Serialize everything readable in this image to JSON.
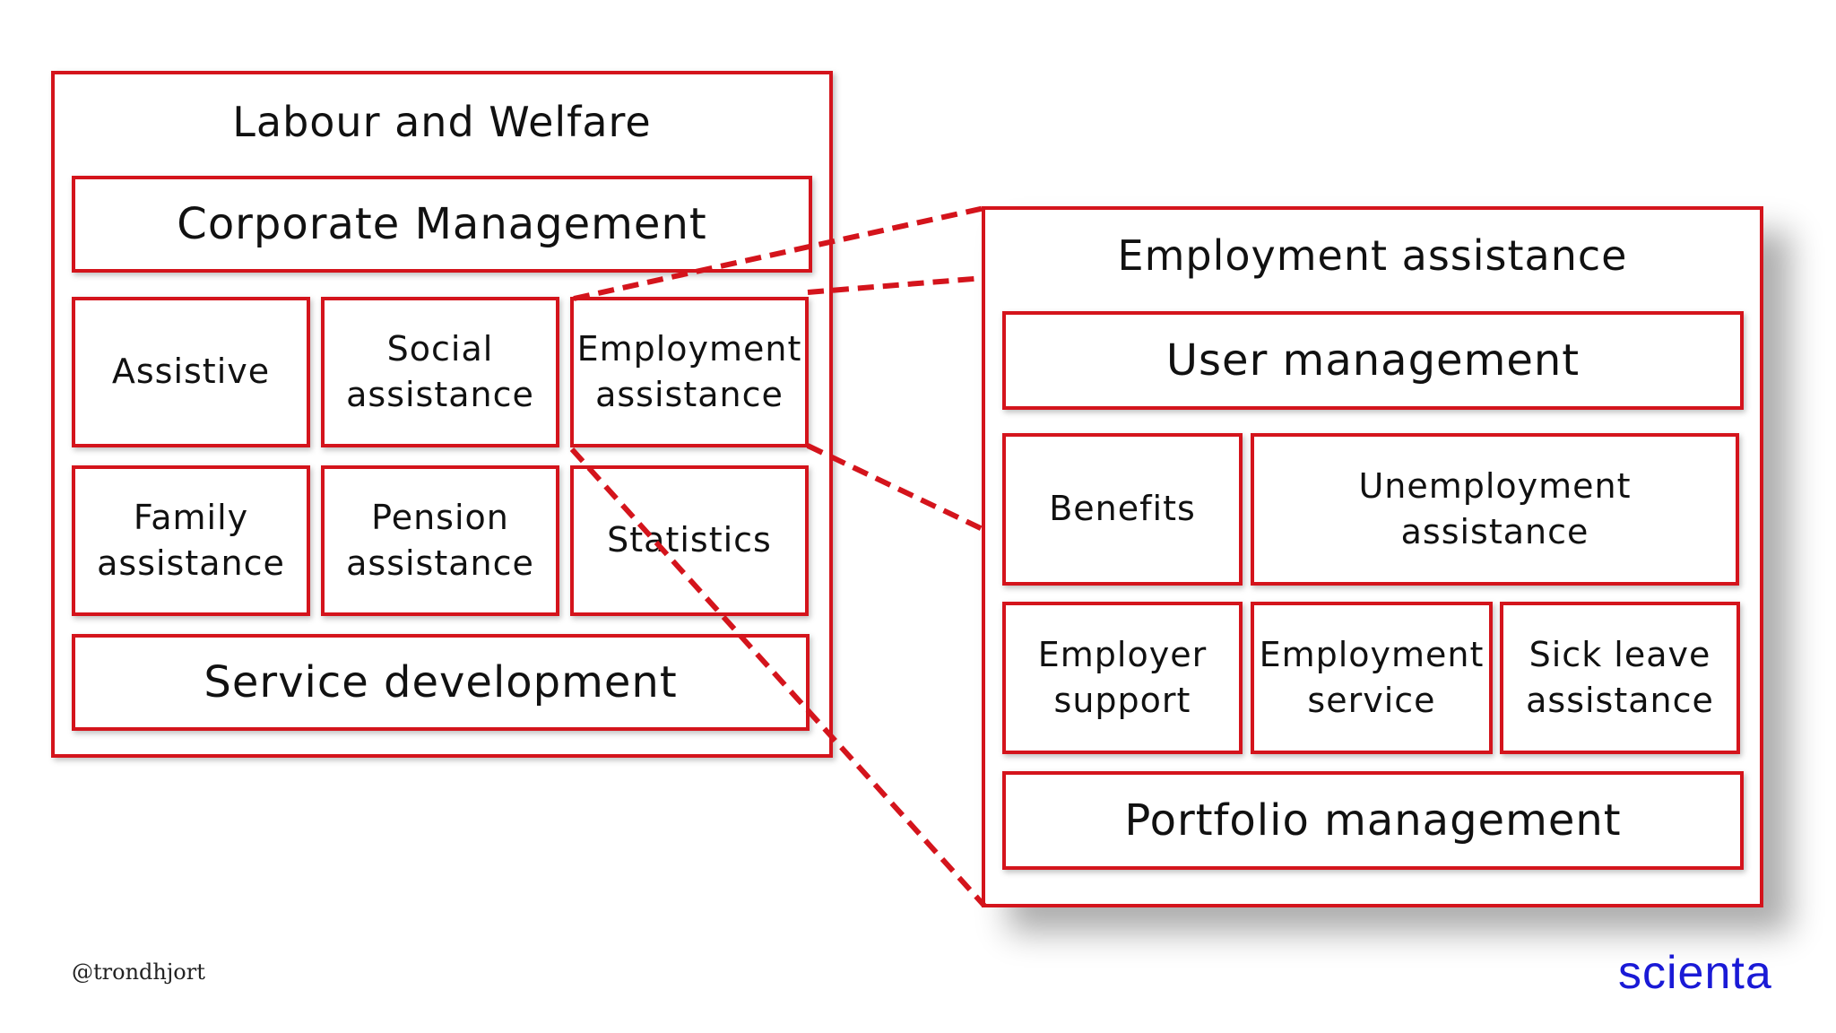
{
  "labour_welfare": {
    "title": "Labour and Welfare",
    "corporate_management": "Corporate Management",
    "assistive": "Assistive",
    "social_assistance": "Social\nassistance",
    "employment_assistance": "Employment\nassistance",
    "family_assistance": "Family\nassistance",
    "pension_assistance": "Pension\nassistance",
    "statistics": "Statistics",
    "service_development": "Service development"
  },
  "employment_detail": {
    "title": "Employment assistance",
    "user_management": "User management",
    "benefits": "Benefits",
    "unemployment_assistance": "Unemployment\nassistance",
    "employer_support": "Employer\nsupport",
    "employment_service": "Employment\nservice",
    "sick_leave_assistance": "Sick leave\nassistance",
    "portfolio_management": "Portfolio management"
  },
  "footer": {
    "credit": "@trondhjort",
    "logo": "scienta"
  },
  "colors": {
    "box_border": "#d4141c",
    "logo": "#1a1ad6"
  }
}
